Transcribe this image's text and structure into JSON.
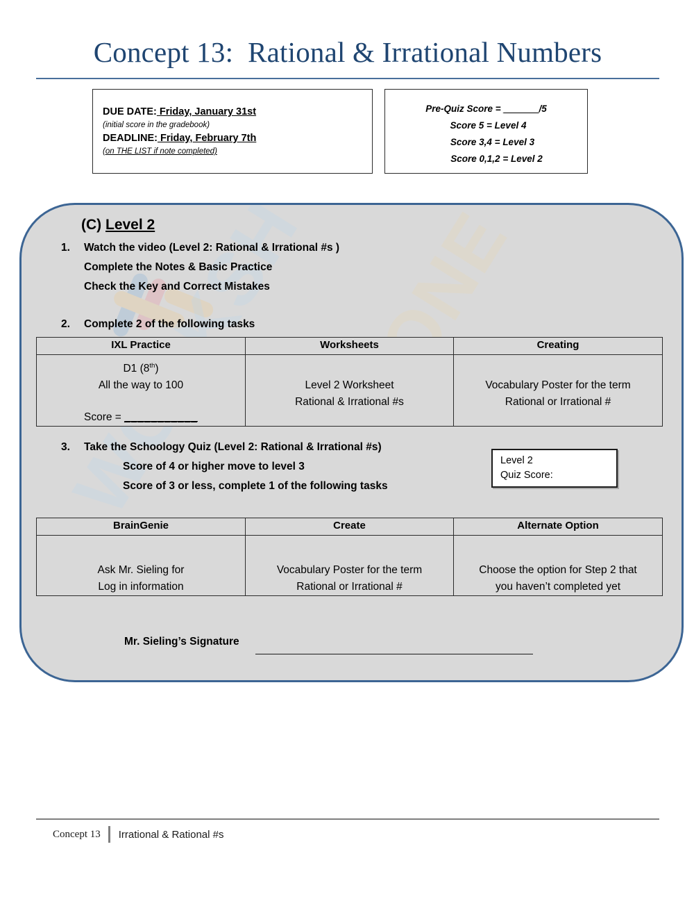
{
  "title": "Concept 13:  Rational & Irrational Numbers",
  "due_box": {
    "due_label": "DUE DATE:",
    "due_value": " Friday, January 31st",
    "due_note": "(initial score in the gradebook)",
    "deadline_label": "DEADLINE:",
    "deadline_value": " Friday, February 7th",
    "deadline_note": "(on THE LIST if note completed)"
  },
  "prequiz_box": {
    "line1_prefix": "Pre-Quiz Score = ",
    "line1_blank": "______",
    "line1_suffix": "/5",
    "line2": "Score 5 = Level 4",
    "line3": "Score  3,4 = Level 3",
    "line4": "Score 0,1,2 = Level 2"
  },
  "panel": {
    "level_heading_prefix": "(C) ",
    "level_heading_value": "Level 2",
    "steps": {
      "step1_num": "1.",
      "step1_line1": "Watch the video (Level 2: Rational & Irrational #s )",
      "step1_line2": "Complete the Notes & Basic Practice",
      "step1_line3": "Check the Key and Correct Mistakes",
      "step2_num": "2.",
      "step2_line1": "Complete 2 of the following tasks",
      "step3_num": "3.",
      "step3_line1": "Take the Schoology Quiz (Level 2: Rational & Irrational #s)",
      "step3_line2": "Score of 4 or higher move to level 3",
      "step3_line3": "Score of 3 or less, complete 1 of the following tasks"
    },
    "table1": {
      "headers": [
        "IXL Practice",
        "Worksheets",
        "Creating"
      ],
      "cells": {
        "ixl_line1_a": "D1 (8",
        "ixl_line1_sup": "th",
        "ixl_line1_b": ")",
        "ixl_line2": "All the way to 100",
        "ixl_score_label": "Score = ",
        "ixl_score_blank": "___________",
        "worksheets_line1": "Level 2 Worksheet",
        "worksheets_line2": "Rational & Irrational #s",
        "creating_line1": "Vocabulary Poster for the term",
        "creating_line2": "Rational or Irrational #"
      }
    },
    "quiz_box": {
      "line1": "Level 2",
      "line2": "Quiz Score:"
    },
    "table2": {
      "headers": [
        "BrainGenie",
        "Create",
        "Alternate Option"
      ],
      "cells": {
        "braingenie_line1": "Ask Mr. Sieling for",
        "braingenie_line2": "Log in information",
        "create_line1": "Vocabulary Poster for the term",
        "create_line2": "Rational or Irrational #",
        "alternate_line1": "Choose the option for Step 2 that",
        "alternate_line2": "you haven’t completed yet"
      }
    },
    "signature_label": "Mr. Sieling’s Signature"
  },
  "watermark": {
    "text_a": "WORKSH",
    "text_b": "ZONE"
  },
  "footer": {
    "concept": "Concept 13",
    "title": "Irrational & Rational #s"
  },
  "colors": {
    "title_blue": "#1f4571",
    "panel_border": "#3c6594",
    "panel_fill": "#d9d9d9",
    "footer_gray": "#7f7f7f"
  }
}
